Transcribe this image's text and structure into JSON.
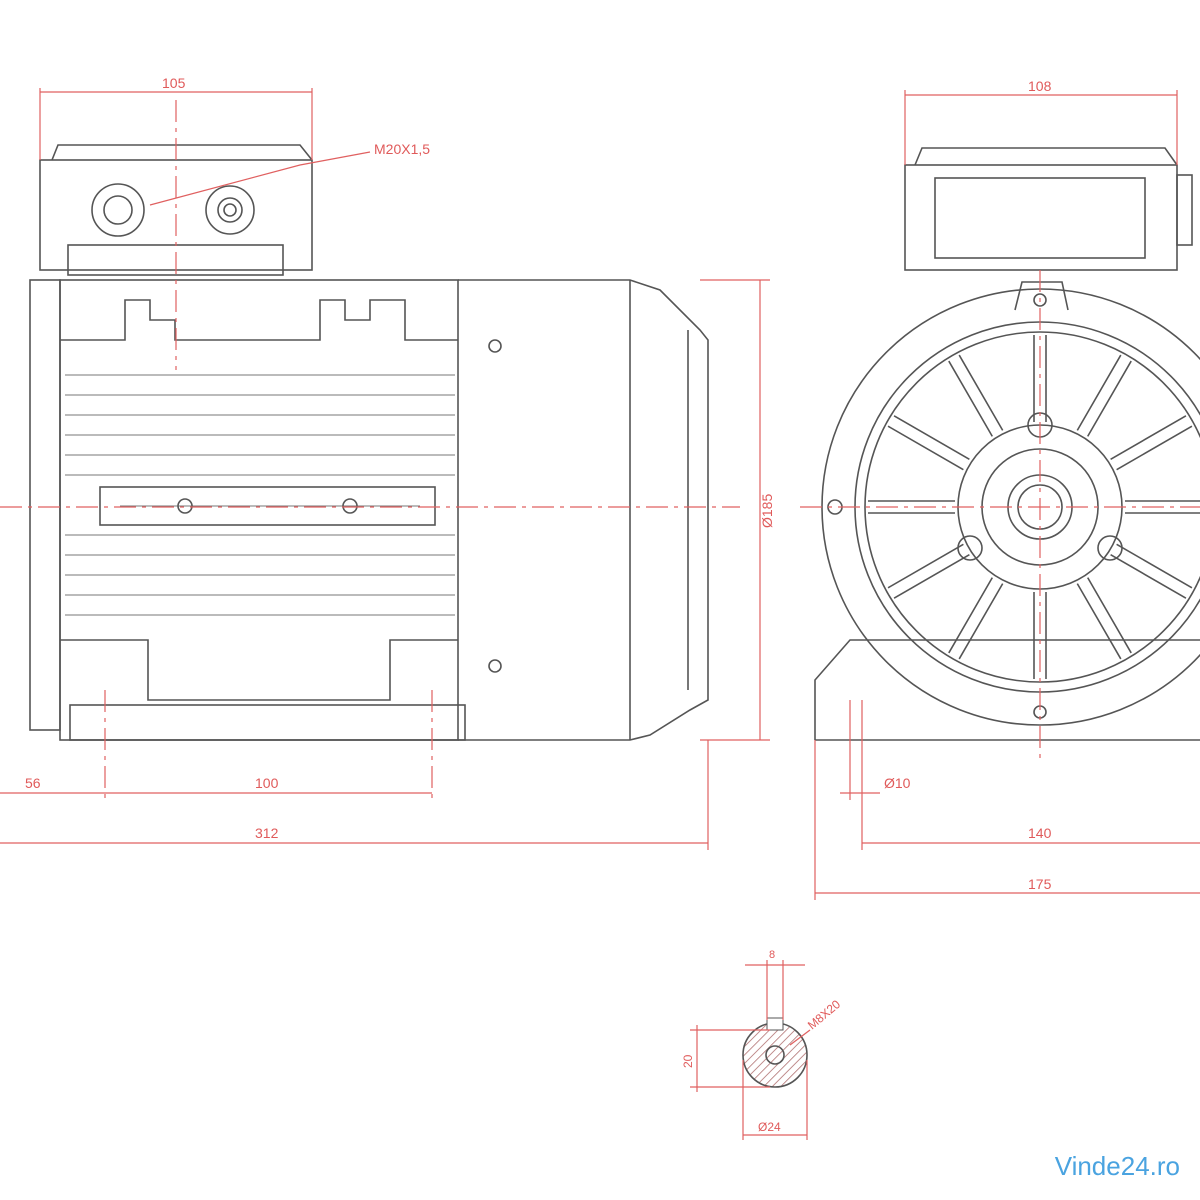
{
  "dimensions": {
    "side_terminal_width": "105",
    "cable_gland_thread": "M20X1,5",
    "flange_diameter": "Ø185",
    "shaft_to_foot_hole": "56",
    "foot_hole_spacing": "100",
    "overall_length": "312",
    "front_terminal_width": "108",
    "foot_hole_diameter": "Ø10",
    "foot_hole_width_spacing": "140",
    "overall_width": "175",
    "key_width": "8",
    "shaft_thread": "M8X20",
    "key_height": "20",
    "shaft_diameter": "Ø24"
  },
  "watermark": "Vinde24.ro",
  "colors": {
    "line": "#555555",
    "dimension": "#e05a5a",
    "watermark": "#4aa3e0"
  }
}
